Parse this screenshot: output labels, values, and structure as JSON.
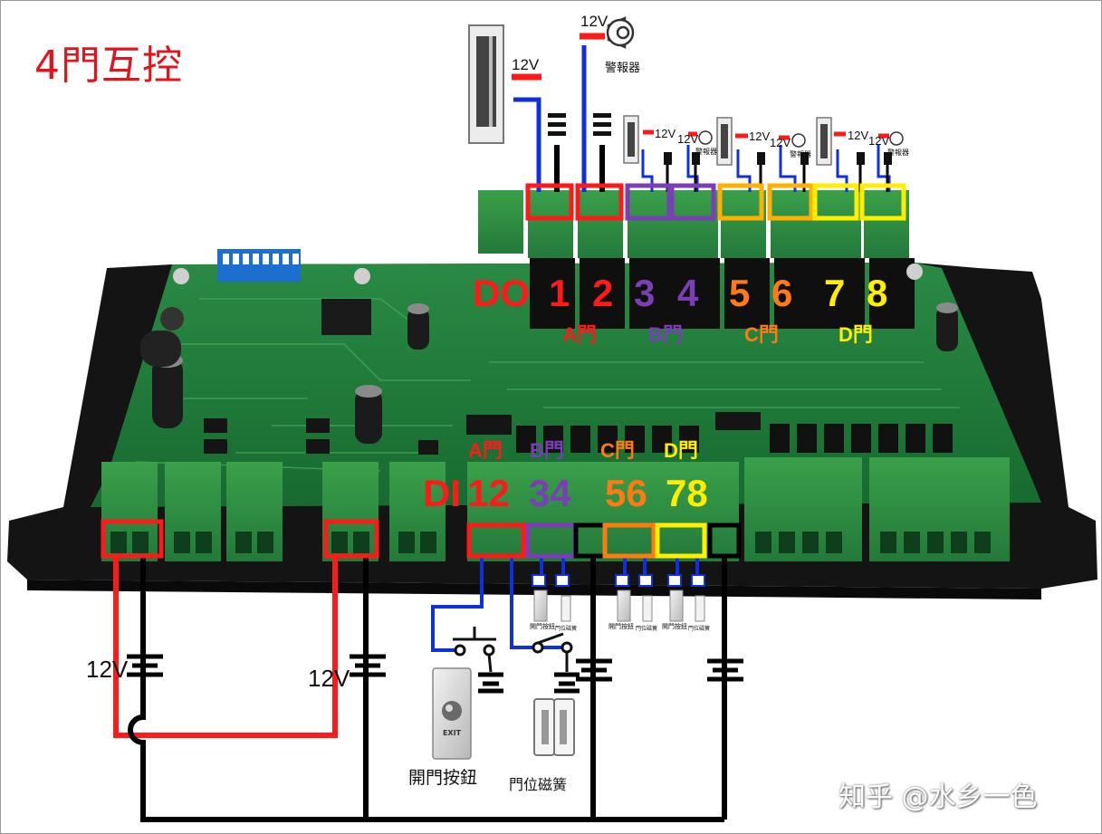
{
  "title": "4門互控",
  "do_label": "DO",
  "di_label": "DI",
  "do_numbers": [
    "1",
    "2",
    "3",
    "4",
    "5",
    "6",
    "7",
    "8"
  ],
  "do_doors": [
    "A門",
    "B門",
    "C門",
    "D門"
  ],
  "di_doors": [
    "A門",
    "B門",
    "C門",
    "D門"
  ],
  "di_numbers": [
    "12",
    "34",
    "56",
    "78"
  ],
  "power": {
    "voltage": "12V"
  },
  "top": {
    "voltage_lock": "12V",
    "voltage_alarm": "12V",
    "alarm_label": "警報器",
    "small_alarm_label": "警報器"
  },
  "bottom": {
    "exit_button_label": "開門按鈕",
    "door_sensor_label": "門位磁簧",
    "small_exit_label": "開門按鈕",
    "small_sensor_label": "門位磁簧",
    "exit_plate_text": "EXIT"
  },
  "watermark": "知乎 @水乡一色",
  "colors": {
    "red": "#ff1a1a",
    "blue": "#1030e0",
    "purple": "#7b3fb5",
    "orange": "#ff7a12",
    "yellow": "#ffee00",
    "black": "#000000",
    "board": "#1f7a3a",
    "terminal": "#2f8f3c"
  }
}
